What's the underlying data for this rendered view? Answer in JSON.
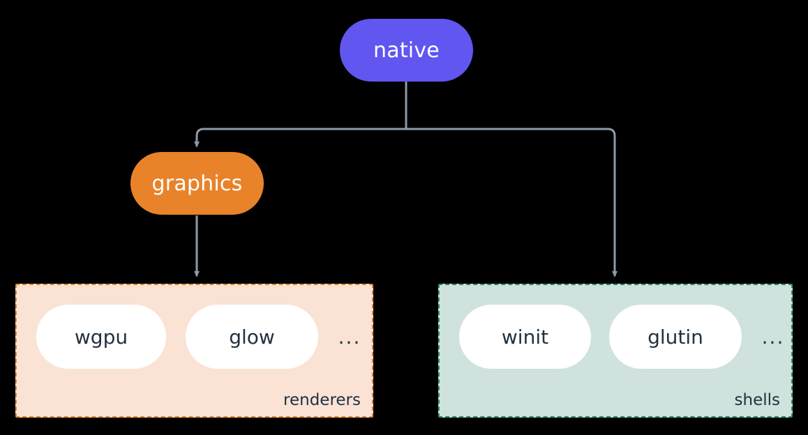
{
  "diagram": {
    "type": "flowchart",
    "background": "#000000",
    "direction": "top-down",
    "edge_color": "#8b9bab",
    "nodes": [
      {
        "id": "native",
        "label": "native",
        "shape": "stadium",
        "fill": "#6156f0",
        "text_color": "#ffffff"
      },
      {
        "id": "graphics",
        "label": "graphics",
        "shape": "stadium",
        "fill": "#e8832a",
        "text_color": "#ffffff"
      }
    ],
    "clusters": [
      {
        "id": "renderers",
        "label": "renderers",
        "fill": "#fae3d5",
        "border_color": "#e8832a",
        "border_style": "dashed",
        "text_color": "#22313f",
        "items": [
          {
            "id": "wgpu",
            "label": "wgpu"
          },
          {
            "id": "glow",
            "label": "glow"
          }
        ],
        "overflow_label": "..."
      },
      {
        "id": "shells",
        "label": "shells",
        "fill": "#cfe2dd",
        "border_color": "#2d8a6e",
        "border_style": "dashed",
        "text_color": "#22313f",
        "items": [
          {
            "id": "winit",
            "label": "winit"
          },
          {
            "id": "glutin",
            "label": "glutin"
          }
        ],
        "overflow_label": "..."
      }
    ],
    "edges": [
      {
        "id": "native-graphics",
        "from": "native",
        "to": "graphics",
        "arrow": "down"
      },
      {
        "id": "native-shells",
        "from": "native",
        "to": "shells",
        "arrow": "down"
      },
      {
        "id": "graphics-renderers",
        "from": "graphics",
        "to": "renderers",
        "arrow": "down"
      }
    ]
  }
}
